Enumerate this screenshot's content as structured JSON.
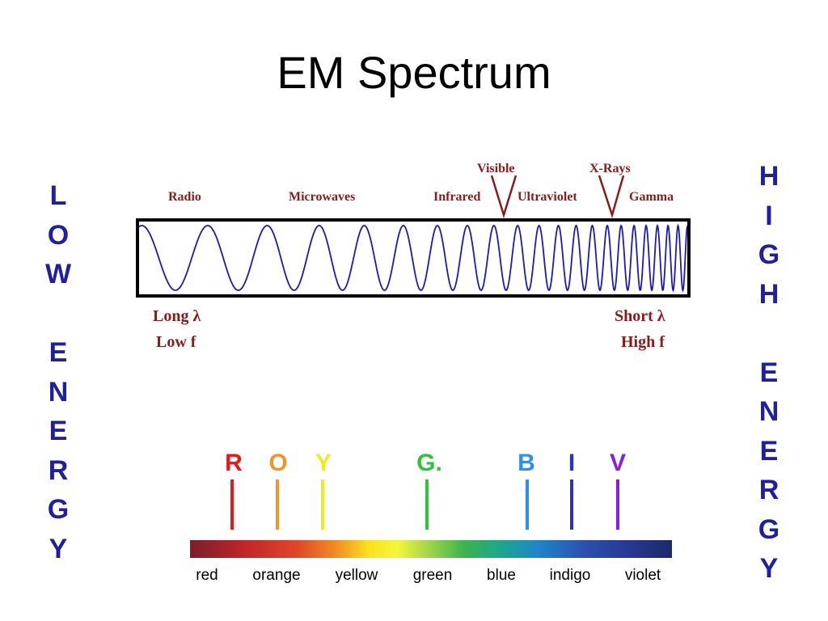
{
  "title": "EM Spectrum",
  "left_side": {
    "letters": [
      "L",
      "O",
      "W",
      "",
      "E",
      "N",
      "E",
      "R",
      "G",
      "Y"
    ]
  },
  "right_side": {
    "letters": [
      "H",
      "I",
      "G",
      "H",
      "",
      "E",
      "N",
      "E",
      "R",
      "G",
      "Y"
    ]
  },
  "diagram": {
    "regions": {
      "radio": "Radio",
      "microwaves": "Microwaves",
      "infrared": "Infrared",
      "visible": "Visible",
      "ultraviolet": "Ultraviolet",
      "xrays": "X-Rays",
      "gamma": "Gamma"
    },
    "long_wavelength": "Long λ",
    "low_frequency": "Low f",
    "short_wavelength": "Short λ",
    "high_frequency": "High f"
  },
  "visible_spectrum": {
    "letters": [
      {
        "letter": "R",
        "color": "#e81818"
      },
      {
        "letter": "O",
        "color": "#f0952a"
      },
      {
        "letter": "Y",
        "color": "#f2ea1c"
      },
      {
        "letter": "G.",
        "color": "#2ec43c"
      },
      {
        "letter": "B",
        "color": "#2f8fe8"
      },
      {
        "letter": "I",
        "color": "#2e2ec8"
      },
      {
        "letter": "V",
        "color": "#8a1be0"
      }
    ],
    "color_names": [
      "red",
      "orange",
      "yellow",
      "green",
      "blue",
      "indigo",
      "violet"
    ]
  },
  "colors": {
    "energy_text": "#1f1fa0",
    "wave": "#1a1ab8",
    "region_labels": "#8b1a1a"
  }
}
